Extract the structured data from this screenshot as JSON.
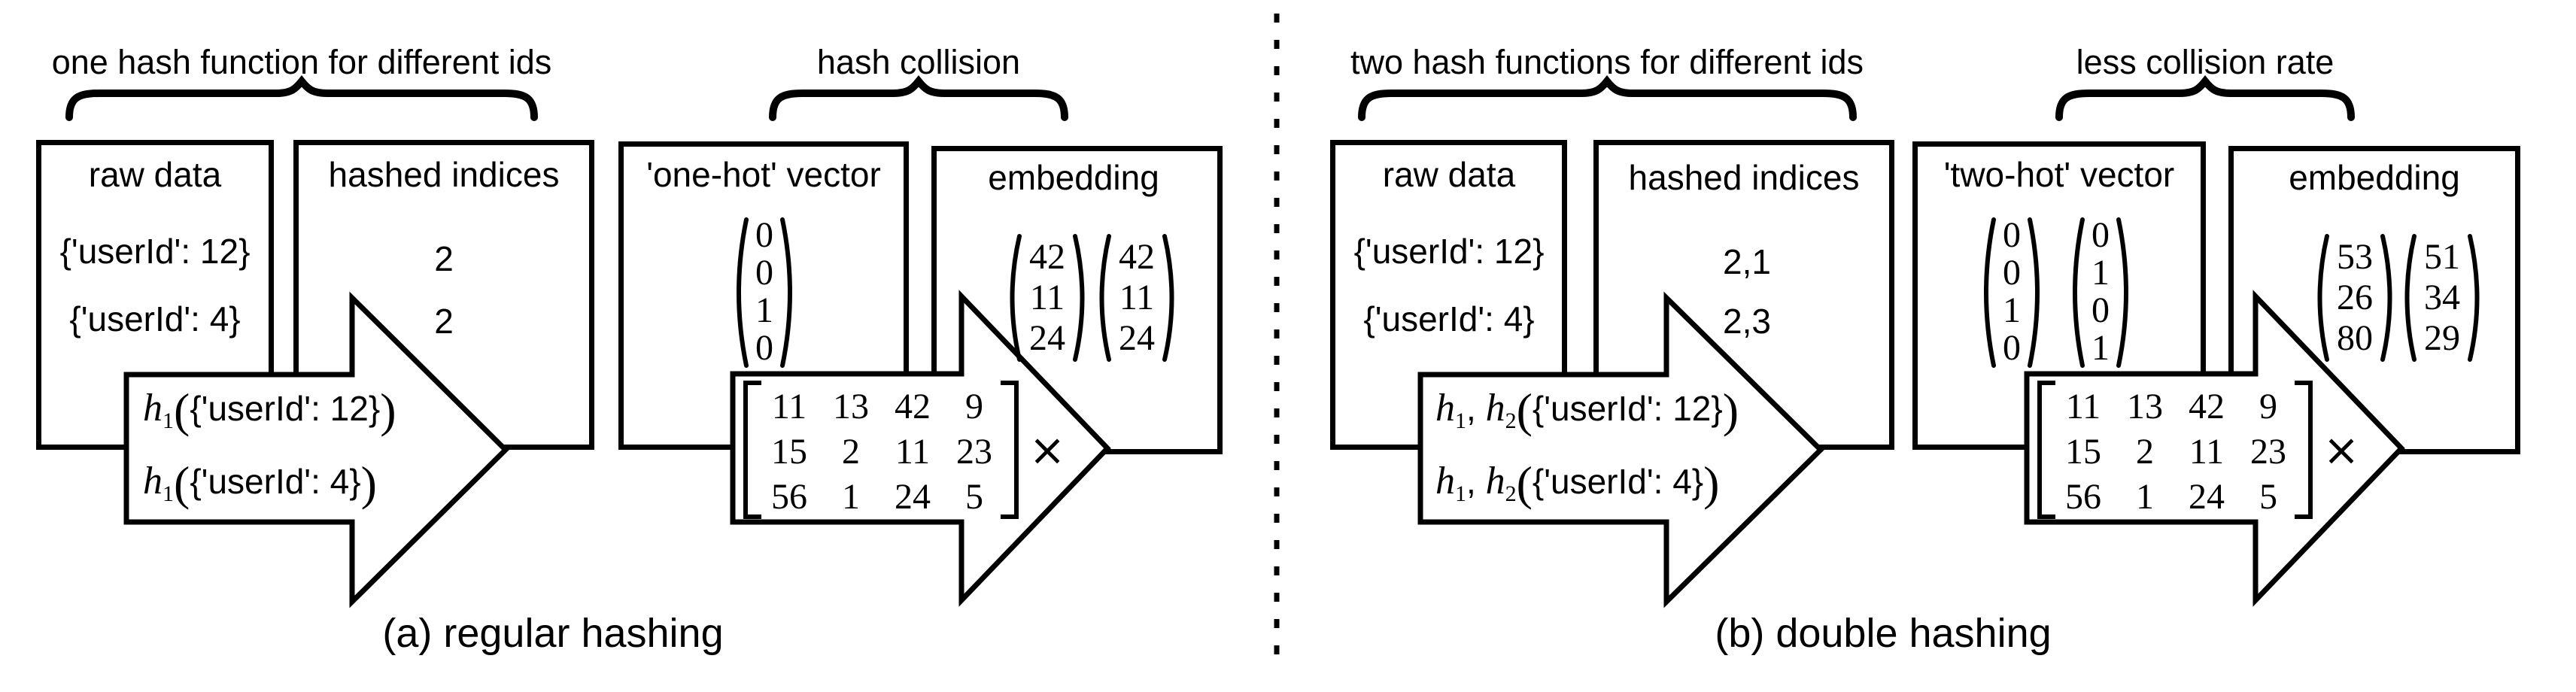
{
  "figure": {
    "panel_a": {
      "top_labels": {
        "hash_fn": "one hash function for different ids",
        "collision": "hash collision"
      },
      "caption": "(a) regular hashing",
      "raw_data": {
        "title": "raw data",
        "rows": [
          "{'userId': 12}",
          "{'userId': 4}"
        ]
      },
      "hashed_indices": {
        "title": "hashed indices",
        "rows": [
          "2",
          "2"
        ]
      },
      "hot_vector": {
        "title": "'one-hot' vector",
        "vectors": [
          [
            "0",
            "0",
            "1",
            "0"
          ]
        ]
      },
      "embedding": {
        "title": "embedding",
        "vectors": [
          [
            "42",
            "11",
            "24"
          ],
          [
            "42",
            "11",
            "24"
          ]
        ]
      },
      "formulas": [
        {
          "f1": "h",
          "f1_sub": "1",
          "lp": "(",
          "arg": "{'userId': 12}",
          "rp": ")"
        },
        {
          "f1": "h",
          "f1_sub": "1",
          "lp": "(",
          "arg": "{'userId': 4}",
          "rp": ")"
        }
      ],
      "weight_matrix": {
        "rows": [
          [
            "11",
            "13",
            "42",
            "9"
          ],
          [
            "15",
            "2",
            "11",
            "23"
          ],
          [
            "56",
            "1",
            "24",
            "5"
          ]
        ],
        "multiply": "×"
      }
    },
    "panel_b": {
      "top_labels": {
        "hash_fn": "two hash functions for different ids",
        "collision": "less collision rate"
      },
      "caption": "(b) double hashing",
      "raw_data": {
        "title": "raw data",
        "rows": [
          "{'userId': 12}",
          "{'userId': 4}"
        ]
      },
      "hashed_indices": {
        "title": "hashed indices",
        "rows": [
          "2,1",
          "2,3"
        ]
      },
      "hot_vector": {
        "title": "'two-hot' vector",
        "vectors": [
          [
            "0",
            "0",
            "1",
            "0"
          ],
          [
            "0",
            "1",
            "0",
            "1"
          ]
        ]
      },
      "embedding": {
        "title": "embedding",
        "vectors": [
          [
            "53",
            "26",
            "80"
          ],
          [
            "51",
            "34",
            "29"
          ]
        ]
      },
      "formulas": [
        {
          "f1": "h",
          "f1_sub": "1",
          "sep": ", ",
          "f2": "h",
          "f2_sub": "2",
          "lp": "(",
          "arg": "{'userId': 12}",
          "rp": ")"
        },
        {
          "f1": "h",
          "f1_sub": "1",
          "sep": ", ",
          "f2": "h",
          "f2_sub": "2",
          "lp": "(",
          "arg": "{'userId': 4}",
          "rp": ")"
        }
      ],
      "weight_matrix": {
        "rows": [
          [
            "11",
            "13",
            "42",
            "9"
          ],
          [
            "15",
            "2",
            "11",
            "23"
          ],
          [
            "56",
            "1",
            "24",
            "5"
          ]
        ],
        "multiply": "×"
      }
    }
  }
}
